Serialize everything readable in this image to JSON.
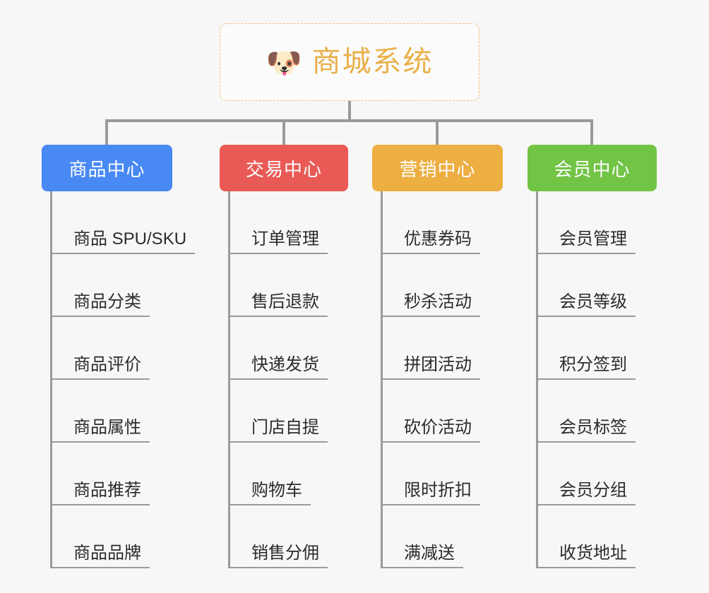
{
  "root": {
    "icon": "shiba-dog-face-icon",
    "icon_glyph": "🐶",
    "title": "商城系统"
  },
  "colors": {
    "background": "#f7f7f7",
    "connector": "#9a9a9a",
    "root_border": "#ecc176",
    "root_title": "#e9b04a",
    "leaf_text": "#2b2b2b",
    "branch_product": "#4889f4",
    "branch_trade": "#e95a56",
    "branch_marketing": "#edae42",
    "branch_member": "#72c445"
  },
  "branches": [
    {
      "id": "product-center",
      "title": "商品中心",
      "color": "#4889f4",
      "items": [
        "商品 SPU/SKU",
        "商品分类",
        "商品评价",
        "商品属性",
        "商品推荐",
        "商品品牌"
      ]
    },
    {
      "id": "trade-center",
      "title": "交易中心",
      "color": "#e95a56",
      "items": [
        "订单管理",
        "售后退款",
        "快递发货",
        "门店自提",
        "购物车",
        "销售分佣"
      ]
    },
    {
      "id": "marketing-center",
      "title": "营销中心",
      "color": "#edae42",
      "items": [
        "优惠券码",
        "秒杀活动",
        "拼团活动",
        "砍价活动",
        "限时折扣",
        "满减送"
      ]
    },
    {
      "id": "member-center",
      "title": "会员中心",
      "color": "#72c445",
      "items": [
        "会员管理",
        "会员等级",
        "积分签到",
        "会员标签",
        "会员分组",
        "收货地址"
      ]
    }
  ]
}
